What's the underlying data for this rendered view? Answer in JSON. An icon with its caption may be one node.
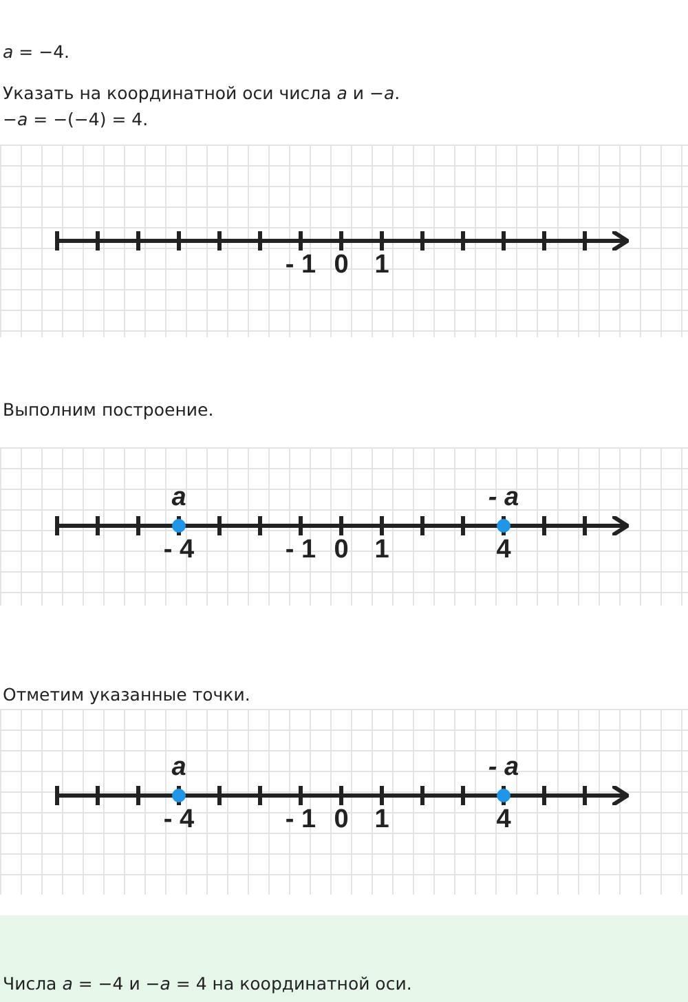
{
  "diagram": {
    "labels": [
      "*a* = −4.",
      "Указать на координатной оси числа *a* и −*a*.",
      "−*a* = −(−4) = 4.",
      "- 1",
      "0",
      "1",
      "Выполним построение.",
      "a",
      "- a",
      "- 4",
      "- 1",
      "0",
      "1",
      "4",
      "Отметим указанные точки.",
      "a",
      "- a",
      "- 4",
      "- 1",
      "0",
      "1",
      "4",
      "Числа *a* = −4 и −*a* = 4 на координатной оси."
    ]
  }
}
